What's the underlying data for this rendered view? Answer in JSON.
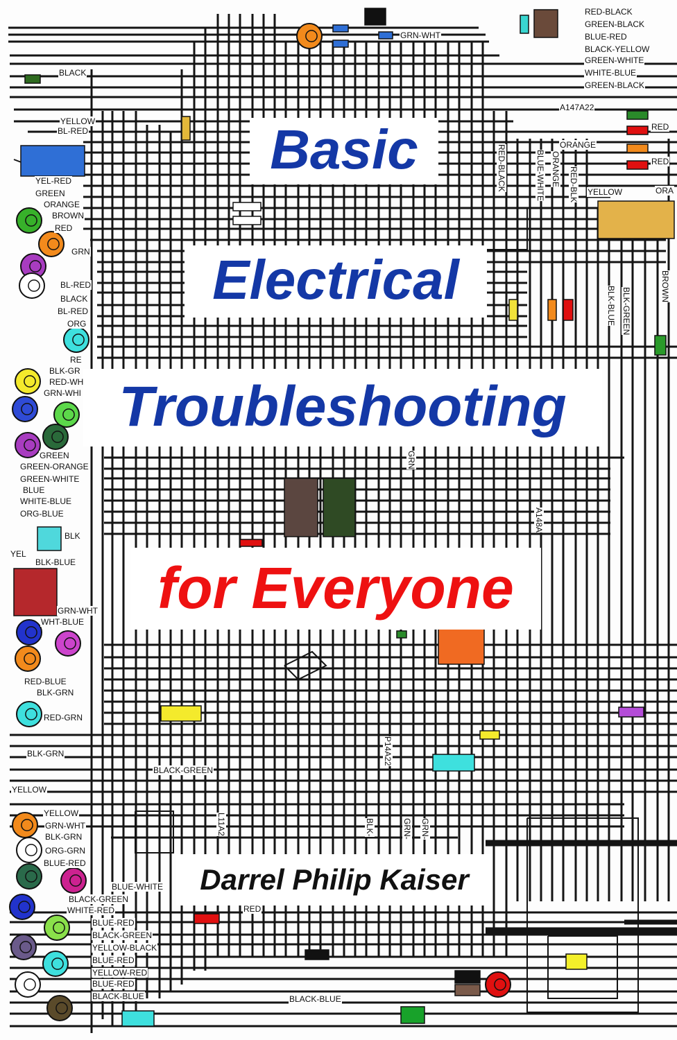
{
  "cover": {
    "title_lines": [
      "Basic",
      "Electrical",
      "Troubleshooting"
    ],
    "subtitle": "for Everyone",
    "author": "Darrel Philip Kaiser"
  },
  "colors": {
    "title": "#1438a6",
    "subtitle": "#ee1111",
    "author": "#111111",
    "wires": "#141414",
    "background": "#fdfdfd"
  },
  "wire_labels": {
    "top_right": [
      "RED-BLACK",
      "GREEN-BLACK",
      "BLUE-RED",
      "BLACK-YELLOW",
      "GREEN-WHITE",
      "WHITE-BLUE",
      "GREEN-BLACK"
    ],
    "top_misc": [
      "GRN-WHT",
      "BLACK",
      "A147A22",
      "RED",
      "ORANGE",
      "RED",
      "YELLOW",
      "ORA"
    ],
    "left_upper": [
      "YELLOW",
      "BL-RED",
      "YEL-RED",
      "GREEN",
      "ORANGE",
      "BROWN",
      "RED",
      "GRN",
      "BL-RED",
      "BLACK",
      "BL-RED",
      "ORG",
      "RE",
      "BLK-GR",
      "RED-WH",
      "GRN-WHI"
    ],
    "left_mid": [
      "GREEN",
      "GREEN-ORANGE",
      "GREEN-WHITE",
      "BLUE",
      "WHITE-BLUE",
      "ORG-BLUE",
      "BLK",
      "YEL",
      "BLK-BLUE",
      "GRN-WHT",
      "WHT-BLUE"
    ],
    "left_lower": [
      "RED-BLUE",
      "BLK-GRN",
      "RED-GRN",
      "BLK-GRN",
      "BLACK-GREEN",
      "YELLOW"
    ],
    "bottom_left": [
      "YELLOW",
      "GRN-WHT",
      "BLK-GRN",
      "ORG-GRN",
      "BLUE-RED",
      "BLUE-WHITE",
      "BLACK-GREEN",
      "WHITE-RED",
      "BLUE-RED",
      "BLACK-GREEN",
      "YELLOW-BLACK",
      "BLUE-RED",
      "YELLOW-RED",
      "BLUE-RED",
      "BLACK-BLUE",
      "BLACK-BLUE",
      "RED"
    ],
    "vertical": [
      "RED-BLACK",
      "BLUE-WHITE",
      "ORANGE",
      "RED-BLK",
      "BLK-BLUE",
      "BLK-GREEN",
      "BROWN",
      "GRN",
      "A148A",
      "P14A22",
      "L11A2",
      "BLK-",
      "GRN-",
      "GRN-"
    ]
  }
}
